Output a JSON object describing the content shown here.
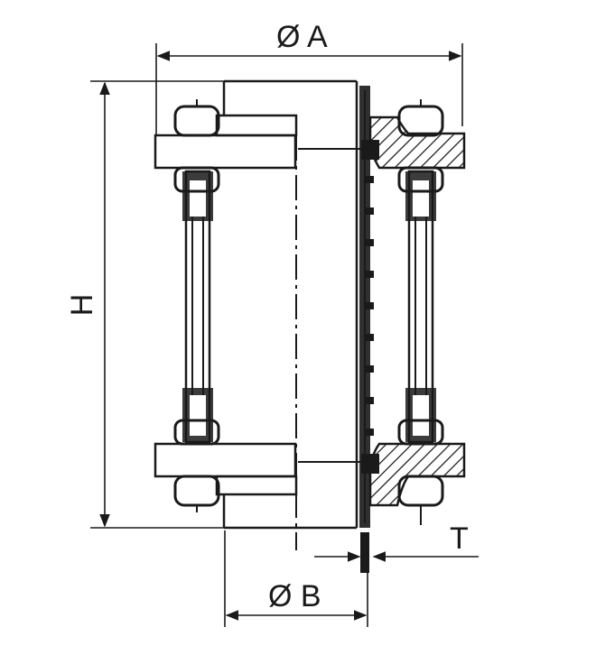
{
  "diagram": {
    "labels": {
      "dia_a": "Ø A",
      "dia_b": "Ø B",
      "height": "H",
      "thickness": "T"
    },
    "colors": {
      "ink": "#1a1a1a",
      "paper": "#ffffff"
    }
  }
}
